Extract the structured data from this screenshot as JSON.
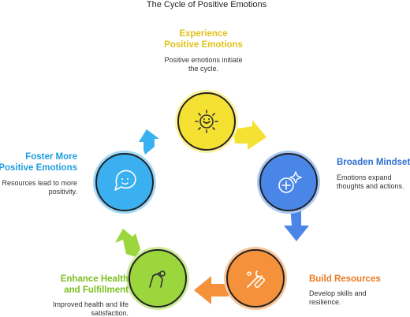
{
  "title": "The Cycle of Positive Emotions",
  "steps": [
    {
      "heading_lines": [
        "Experience",
        "Positive Emotions"
      ],
      "description_lines": [
        "Positive emotions initiate",
        "the cycle."
      ],
      "icon": "smiling-sun-icon",
      "color": "#f5e132",
      "heading_color": "#e0c31a"
    },
    {
      "heading_lines": [
        "Broaden Mindset"
      ],
      "description_lines": [
        "Emotions expand",
        "thoughts and actions."
      ],
      "icon": "add-sparkle-icon",
      "color": "#4a86e8",
      "heading_color": "#2f6fd0"
    },
    {
      "heading_lines": [
        "Build Resources"
      ],
      "description_lines": [
        "Develop skills and",
        "resilience."
      ],
      "icon": "tools-icon",
      "color": "#f4913a",
      "heading_color": "#ea7a1e"
    },
    {
      "heading_lines": [
        "Enhance Health",
        "and Fulfillment"
      ],
      "description_lines": [
        "Improved health and life",
        "satisfaction."
      ],
      "icon": "stretching-person-icon",
      "color": "#9bd63c",
      "heading_color": "#7cbf1e"
    },
    {
      "heading_lines": [
        "Foster More",
        "Positive Emotions"
      ],
      "description_lines": [
        "Resources lead to more",
        "positivity."
      ],
      "icon": "chat-smile-icon",
      "color": "#3ab0f0",
      "heading_color": "#1e9ee0"
    }
  ]
}
